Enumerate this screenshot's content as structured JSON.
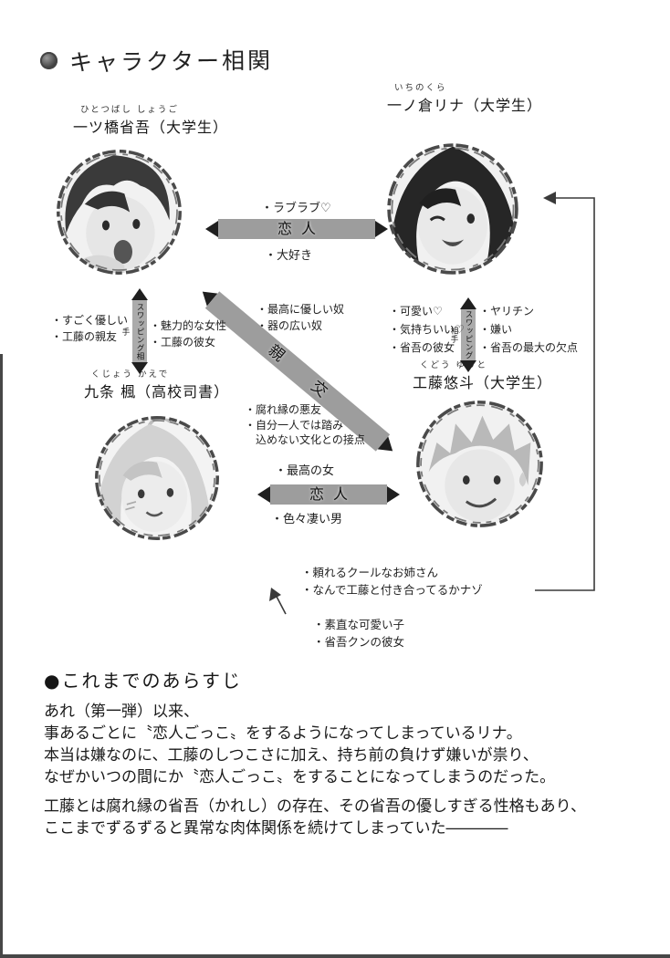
{
  "header": {
    "title": "キャラクター相関"
  },
  "characters": {
    "shogo": {
      "furigana": "ひとつばし しょうご",
      "name": "一ツ橋省吾（大学生）"
    },
    "rina": {
      "furigana": "いちのくら",
      "name": "一ノ倉リナ（大学生）"
    },
    "kaede": {
      "furigana": "くじょう かえで",
      "name": "九条 楓（高校司書）"
    },
    "yuto": {
      "furigana": "くどう ゆうと",
      "name": "工藤悠斗（大学生）"
    }
  },
  "relations": {
    "shogo_rina": {
      "label": "恋人",
      "note_above": "・ラブラブ♡",
      "note_below": "・大好き"
    },
    "shogo_yuto": {
      "label": "親交"
    },
    "kaede_yuto": {
      "label": "恋人",
      "note_above": "・最高の女",
      "note_below": "・色々凄い男"
    },
    "left_band_label": "スワッピング相手",
    "right_band_label": "スワッピング相手"
  },
  "notes": {
    "about_shogo_left": [
      "・すごく優しい",
      "・工藤の親友"
    ],
    "about_kaede_left": [
      "・魅力的な女性",
      "・工藤の彼女"
    ],
    "about_shogo_center": [
      "・最高に優しい奴",
      "・器の広い奴"
    ],
    "about_rina_right": [
      "・可愛い♡",
      "・気持ちいい♡",
      "・省吾の彼女"
    ],
    "about_yuto_right": [
      "・ヤリチン",
      "・嫌い",
      "・省吾の最大の欠点"
    ],
    "kaede_yuto_center": [
      "・腐れ縁の悪友",
      "・自分一人では踏み",
      "　込めない文化との接点"
    ],
    "about_kaede_bottom": [
      "・頼れるクールなお姉さん",
      "・なんで工藤と付き合ってるかナゾ"
    ],
    "about_rina_bottom": [
      "・素直な可愛い子",
      "・省吾クンの彼女"
    ]
  },
  "synopsis": {
    "heading": "●これまでのあらすじ",
    "para1": [
      "あれ（第一弾）以来、",
      "事あるごとに〝恋人ごっこ〟をするようになってしまっているリナ。",
      "本当は嫌なのに、工藤のしつこさに加え、持ち前の負けず嫌いが祟り、",
      "なぜかいつの間にか〝恋人ごっこ〟をすることになってしまうのだった。"
    ],
    "para2": [
      "工藤とは腐れ縁の省吾（かれし）の存在、その省吾の優しすぎる性格もあり、",
      "ここまでずるずると異常な肉体関係を続けてしまっていた――――"
    ]
  }
}
